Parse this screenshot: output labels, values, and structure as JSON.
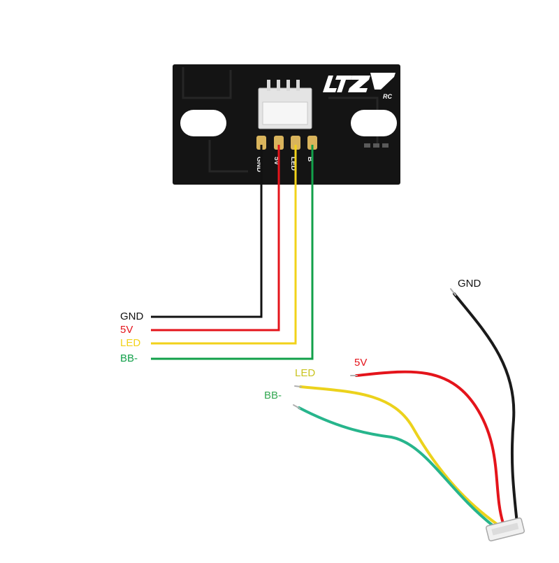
{
  "board": {
    "logo_text": "LTZ RC",
    "pin_labels": [
      "GND",
      "5V",
      "LED",
      "B"
    ]
  },
  "wiring_legend": [
    {
      "label": "GND",
      "color": "#111111"
    },
    {
      "label": "5V",
      "color": "#e4141b"
    },
    {
      "label": "LED",
      "color": "#f2d21a"
    },
    {
      "label": "BB-",
      "color": "#12a04a"
    }
  ],
  "cable_labels": [
    {
      "label": "GND",
      "color": "#111111"
    },
    {
      "label": "5V",
      "color": "#e4141b"
    },
    {
      "label": "LED",
      "color": "#c9c420"
    },
    {
      "label": "BB-",
      "color": "#34a853"
    }
  ]
}
